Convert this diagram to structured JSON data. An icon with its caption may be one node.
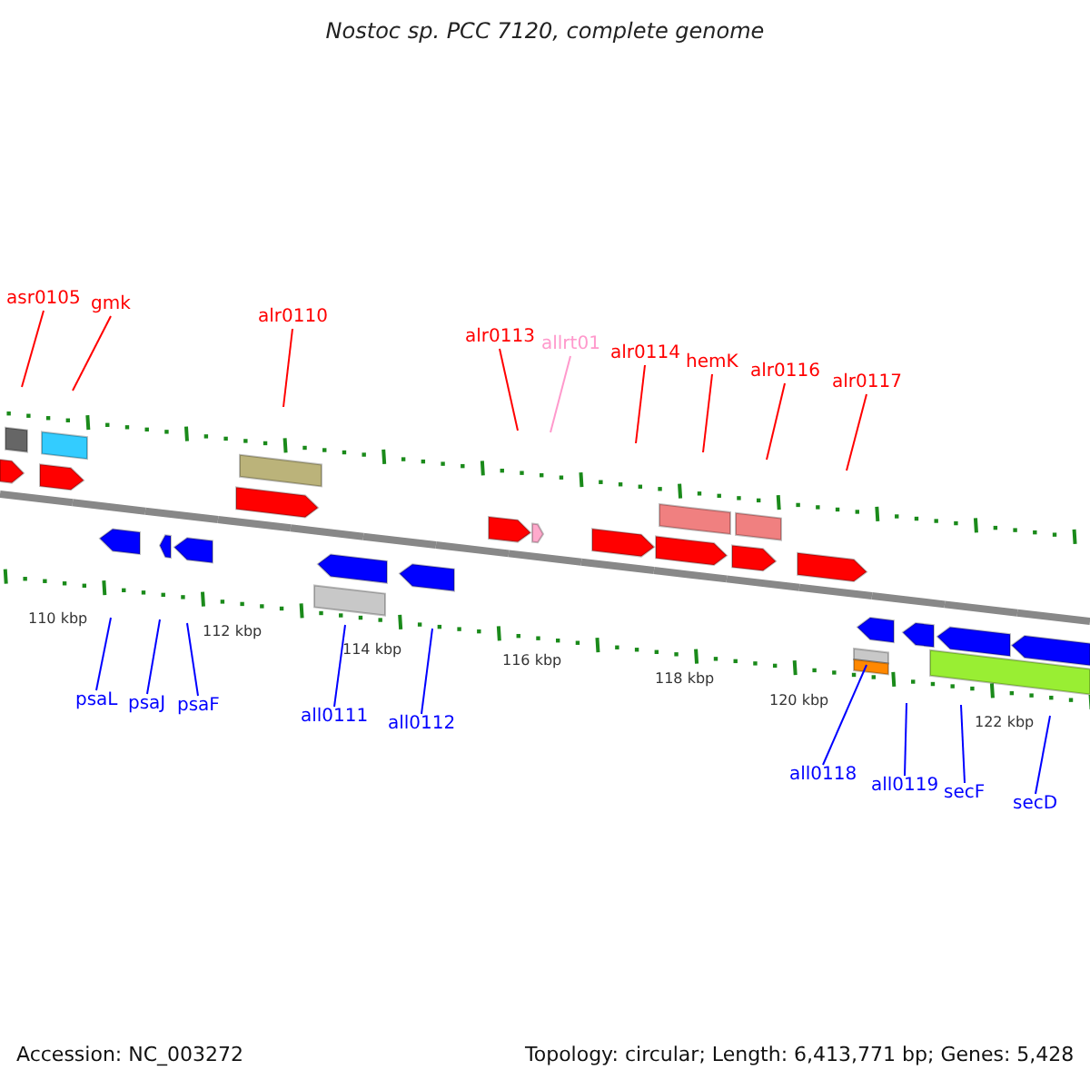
{
  "diagram": {
    "title": "Nostoc sp. PCC 7120, complete genome",
    "nodes": [
      {
        "text": [
          "asr0105"
        ]
      },
      {
        "text": [
          "gmk"
        ]
      },
      {
        "text": [
          "alr0110"
        ]
      },
      {
        "text": [
          "alr0113"
        ]
      },
      {
        "text": [
          "allrt01"
        ]
      },
      {
        "text": [
          "alr0114"
        ]
      },
      {
        "text": [
          "hemK"
        ]
      },
      {
        "text": [
          "alr0116"
        ]
      },
      {
        "text": [
          "alr0117"
        ]
      },
      {
        "text": [
          "psaL"
        ]
      },
      {
        "text": [
          "psaJ"
        ]
      },
      {
        "text": [
          "psaF"
        ]
      },
      {
        "text": [
          "all0111"
        ]
      },
      {
        "text": [
          "all0112"
        ]
      },
      {
        "text": [
          "all0118"
        ]
      },
      {
        "text": [
          "all0119"
        ]
      },
      {
        "text": [
          "secF"
        ]
      },
      {
        "text": [
          "secD"
        ]
      }
    ],
    "edges": [
      {
        "from": 0,
        "to": null,
        "arrow": "none",
        "color": "#ff0000"
      },
      {
        "from": 1,
        "to": null,
        "arrow": "none",
        "color": "#ff0000"
      },
      {
        "from": 2,
        "to": null,
        "arrow": "none",
        "color": "#ff0000"
      },
      {
        "from": 3,
        "to": null,
        "arrow": "none",
        "color": "#ff0000"
      },
      {
        "from": 4,
        "to": null,
        "arrow": "none",
        "color": "#ff99cc"
      },
      {
        "from": 5,
        "to": null,
        "arrow": "none",
        "color": "#ff0000"
      },
      {
        "from": 6,
        "to": null,
        "arrow": "none",
        "color": "#ff0000"
      },
      {
        "from": 7,
        "to": null,
        "arrow": "none",
        "color": "#ff0000"
      },
      {
        "from": 8,
        "to": null,
        "arrow": "none",
        "color": "#ff0000"
      },
      {
        "from": 9,
        "to": null,
        "arrow": "none",
        "color": "#0000ff"
      },
      {
        "from": 10,
        "to": null,
        "arrow": "none",
        "color": "#0000ff"
      },
      {
        "from": 11,
        "to": null,
        "arrow": "none",
        "color": "#0000ff"
      },
      {
        "from": 12,
        "to": null,
        "arrow": "none",
        "color": "#0000ff"
      },
      {
        "from": 13,
        "to": null,
        "arrow": "none",
        "color": "#0000ff"
      },
      {
        "from": 14,
        "to": null,
        "arrow": "none",
        "color": "#0000ff"
      },
      {
        "from": 15,
        "to": null,
        "arrow": "none",
        "color": "#0000ff"
      },
      {
        "from": 16,
        "to": null,
        "arrow": "none",
        "color": "#0000ff"
      },
      {
        "from": 17,
        "to": null,
        "arrow": "none",
        "color": "#0000ff"
      }
    ],
    "labels": [
      "110 kbp",
      "112 kbp",
      "114 kbp",
      "116 kbp",
      "118 kbp",
      "120 kbp",
      "122 kbp",
      "Accession: NC_003272",
      "Topology: circular; Length: 6,413,771 bp; Genes: 5,428"
    ]
  }
}
